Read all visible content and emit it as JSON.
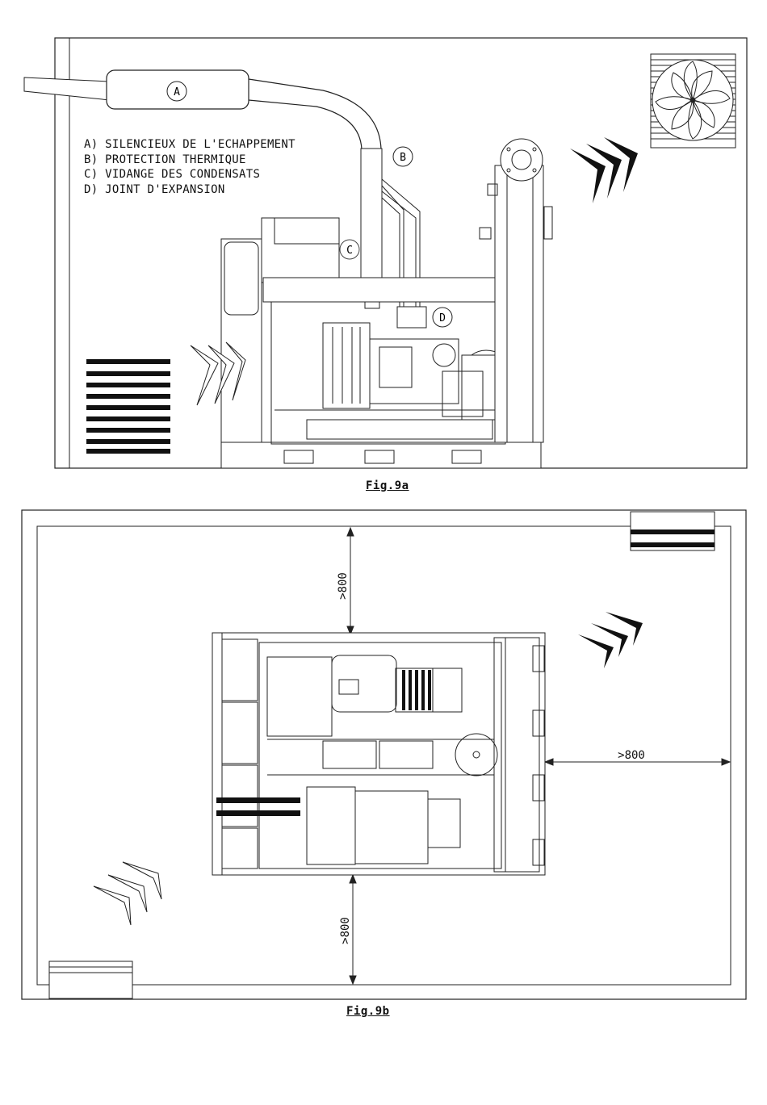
{
  "fig9a": {
    "caption": "Fig.9a",
    "callouts": {
      "a": "A",
      "b": "B",
      "c": "C",
      "d": "D"
    },
    "legend": [
      "A) SILENCIEUX DE L'ECHAPPEMENT",
      "B) PROTECTION THERMIQUE",
      "C) VIDANGE DES CONDENSATS",
      "D) JOINT D'EXPANSION"
    ]
  },
  "fig9b": {
    "caption": "Fig.9b",
    "dimensions": {
      "top": ">800",
      "right": ">800",
      "bottom": ">800"
    }
  },
  "icons": [
    "fan-icon",
    "airflow-arrows-icon",
    "ventilation-grille-icon"
  ]
}
